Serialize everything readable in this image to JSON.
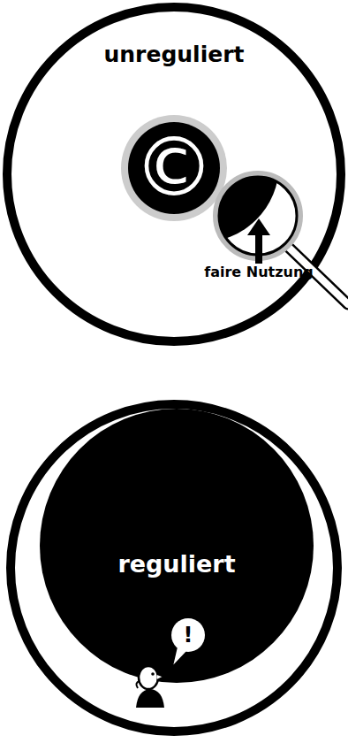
{
  "diagram": {
    "nodes": [
      {
        "text": [
          "unreguliert"
        ]
      },
      {
        "text": [
          "©"
        ],
        "in": 0
      },
      {
        "text": [
          "reguliert"
        ]
      },
      {
        "text": [
          "!"
        ],
        "in": 2
      }
    ],
    "labels": [
      "faire Nutzung"
    ]
  }
}
